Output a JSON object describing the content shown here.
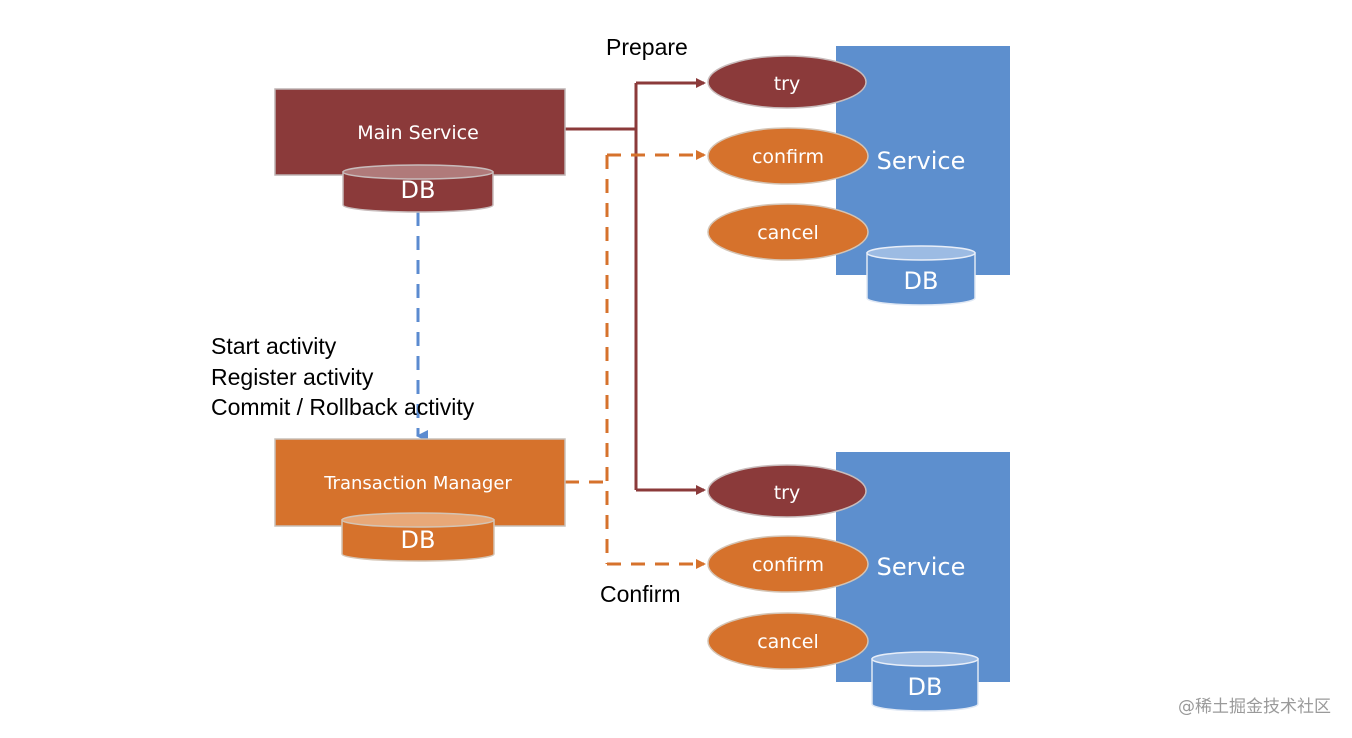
{
  "colors": {
    "main_service": "#8b3a3a",
    "transaction_manager": "#d6722c",
    "service": "#5d8fce",
    "try": "#8b3a3a",
    "confirm": "#d6722c",
    "cancel": "#d6722c",
    "prepare_arrow": "#8b3a3a",
    "confirm_arrow": "#d6722c",
    "tm_arrow": "#5b8bd0"
  },
  "main_service": {
    "label": "Main Service",
    "db_label": "DB"
  },
  "transaction_manager": {
    "label": "Transaction Manager",
    "db_label": "DB"
  },
  "tm_operations": [
    "Start activity",
    "Register activity",
    "Commit / Rollback activity"
  ],
  "phase_labels": {
    "prepare": "Prepare",
    "confirm": "Confirm"
  },
  "services": [
    {
      "label": "Service",
      "db_label": "DB",
      "ops": {
        "try": "try",
        "confirm": "confirm",
        "cancel": "cancel"
      }
    },
    {
      "label": "Service",
      "db_label": "DB",
      "ops": {
        "try": "try",
        "confirm": "confirm",
        "cancel": "cancel"
      }
    }
  ],
  "watermark": "@稀土掘金技术社区"
}
